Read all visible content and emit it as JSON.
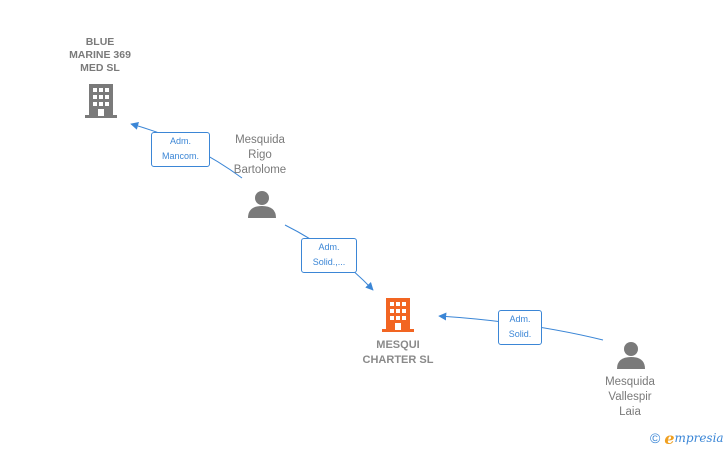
{
  "nodes": {
    "blue_marine": {
      "label": "BLUE\nMARINE 369\nMED  SL",
      "icon": "building-icon",
      "color": "#7a7a7a"
    },
    "mesqui_charter": {
      "label": "MESQUI\nCHARTER  SL",
      "icon": "building-icon",
      "color": "#f26522"
    },
    "mesquida_rigo": {
      "label": "Mesquida\nRigo\nBartolome",
      "icon": "person-icon",
      "color": "#7a7a7a"
    },
    "mesquida_vallespir": {
      "label": "Mesquida\nVallespir\nLaia",
      "icon": "person-icon",
      "color": "#7a7a7a"
    }
  },
  "edges": {
    "rigo_to_blue": {
      "label": "Adm.\nMancom."
    },
    "rigo_to_mesqui": {
      "label": "Adm.\nSolid.,..."
    },
    "vallespir_to_mesqui": {
      "label": "Adm.\nSolid."
    }
  },
  "colors": {
    "edge": "#3b86d6",
    "node_gray": "#7a7a7a",
    "highlight": "#f26522"
  },
  "brand": {
    "copyright": "©",
    "initial": "e",
    "rest": "mpresia"
  }
}
